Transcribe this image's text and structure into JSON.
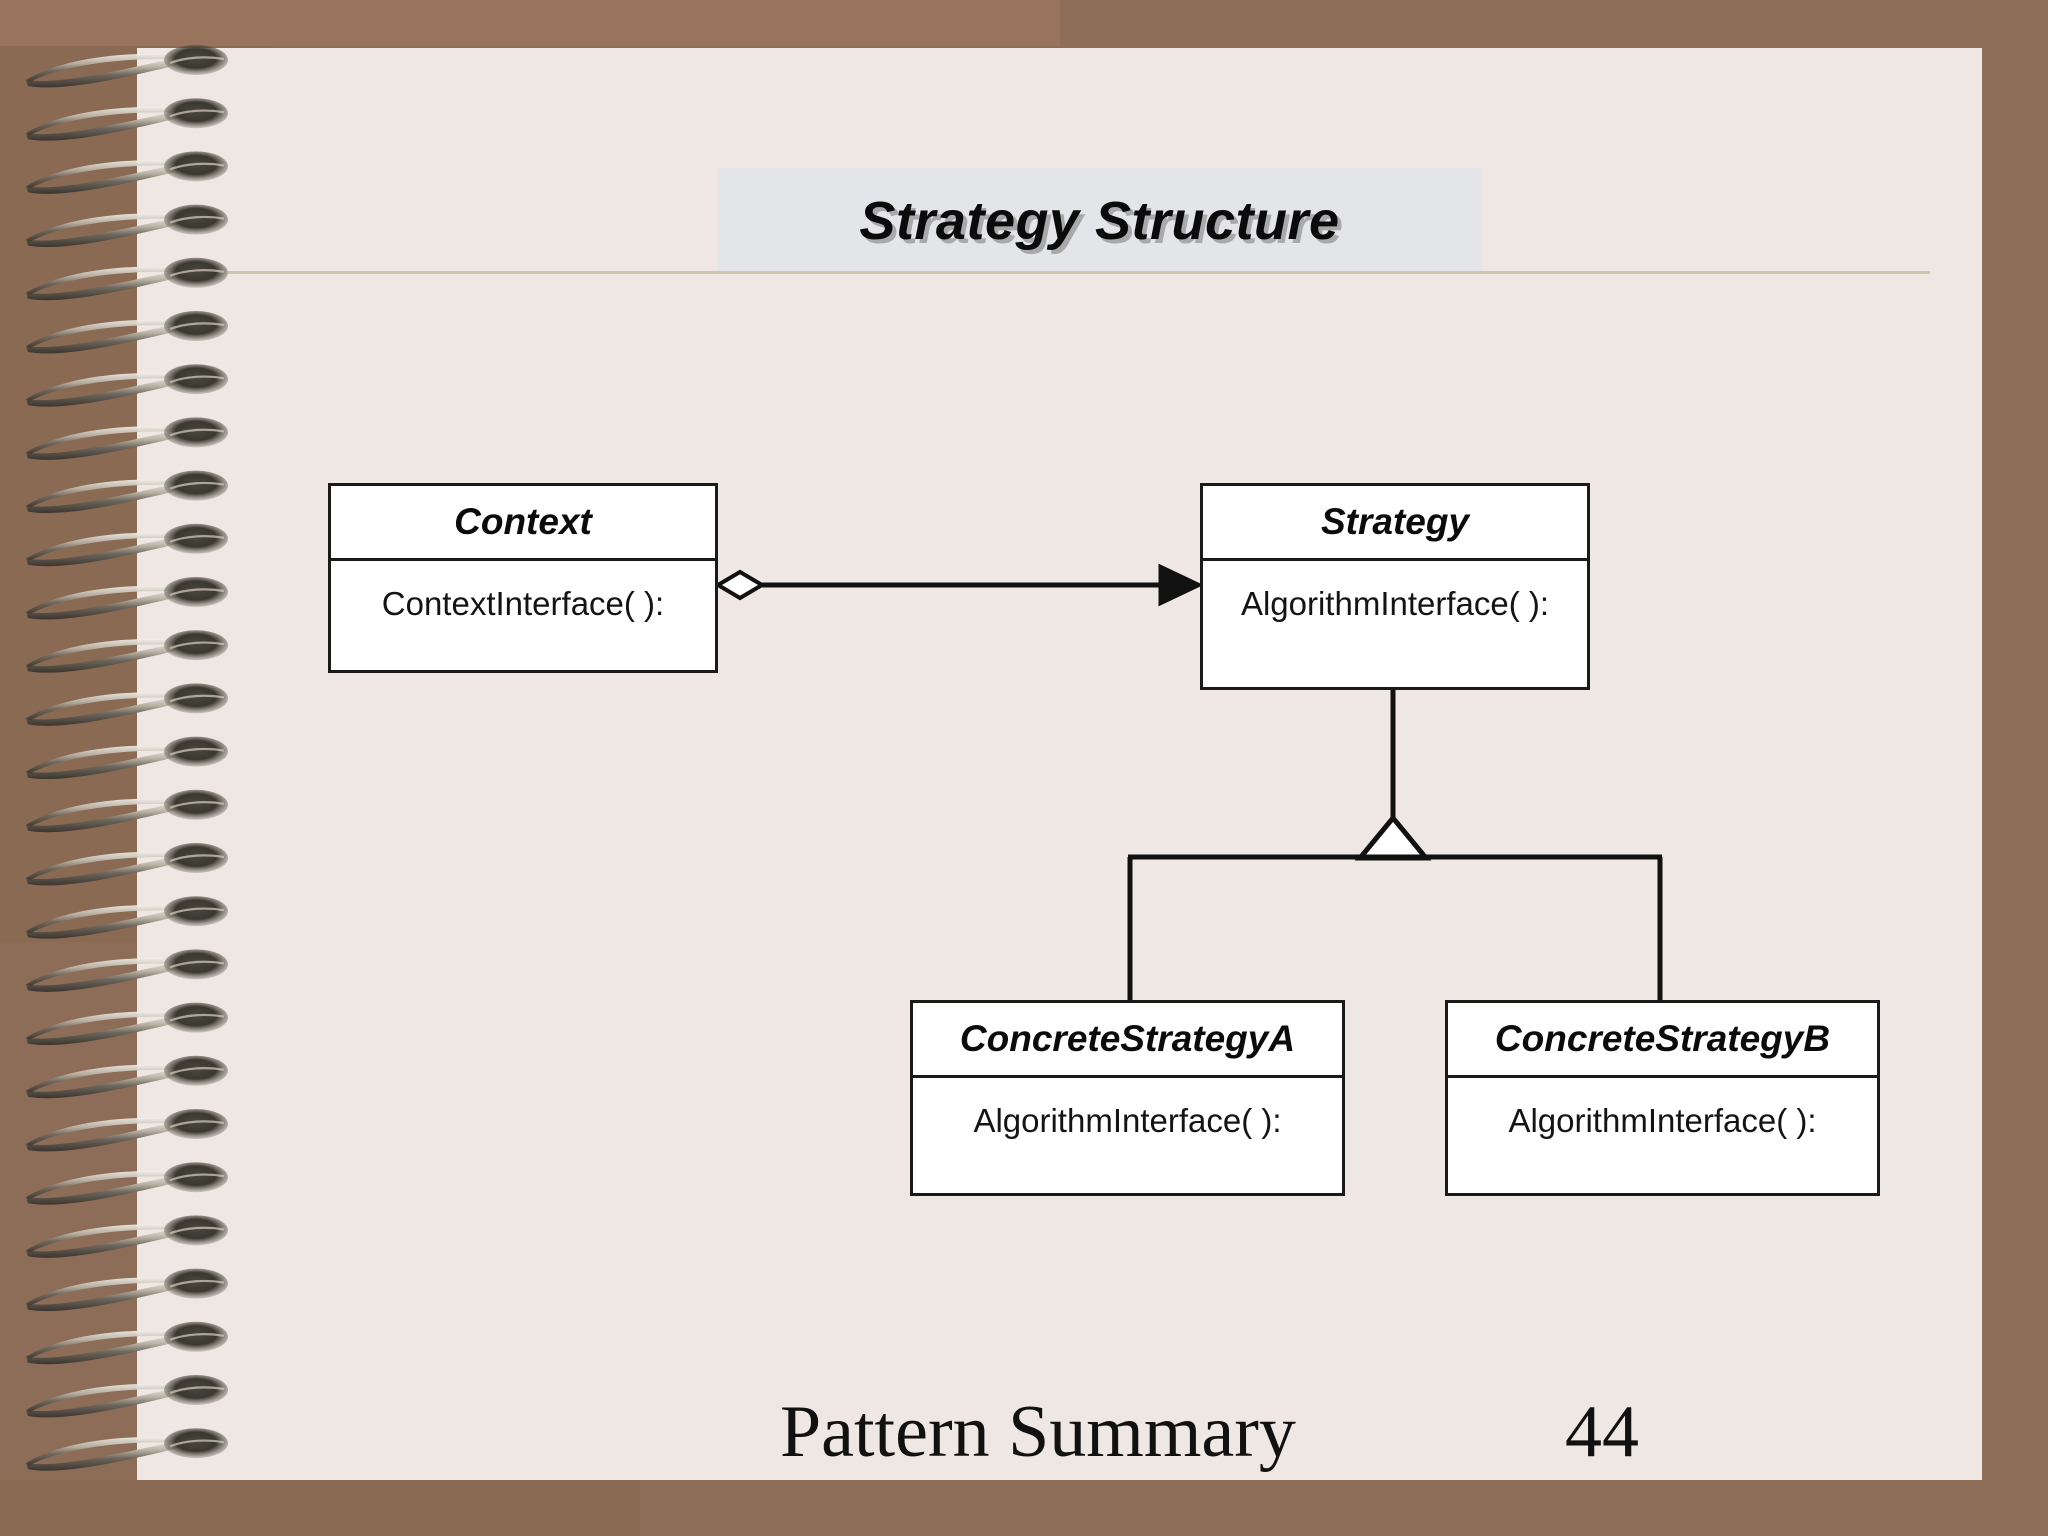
{
  "slide": {
    "title": "Strategy Structure",
    "footer_title": "Pattern Summary",
    "page_number": "44"
  },
  "colors": {
    "backdrop_brown": "#8d6d57",
    "page_cream": "#efe7e4",
    "title_band_grey": "#e4e5e8",
    "rule_tan": "#cfc4ad",
    "box_fill": "#ffffff",
    "box_stroke": "#1a1a1a",
    "text_black": "#0b0b0b"
  },
  "diagram": {
    "type": "uml-class-diagram",
    "classes": [
      {
        "id": "context",
        "name": "Context",
        "operations": [
          "ContextInterface( ):"
        ]
      },
      {
        "id": "strategy",
        "name": "Strategy",
        "operations": [
          "AlgorithmInterface( ):"
        ]
      },
      {
        "id": "csa",
        "name": "ConcreteStrategyA",
        "operations": [
          "AlgorithmInterface( ):"
        ]
      },
      {
        "id": "csb",
        "name": "ConcreteStrategyB",
        "operations": [
          "AlgorithmInterface( ):"
        ]
      }
    ],
    "relations": [
      {
        "from": "context",
        "to": "strategy",
        "kind": "aggregation-directed",
        "source_decoration": "hollow-diamond",
        "target_decoration": "solid-arrow"
      },
      {
        "from": "csa",
        "to": "strategy",
        "kind": "generalization",
        "target_decoration": "hollow-triangle"
      },
      {
        "from": "csb",
        "to": "strategy",
        "kind": "generalization",
        "target_decoration": "hollow-triangle"
      }
    ]
  },
  "binding": {
    "icon": "spiral-binding-icon",
    "ring_count": 27
  }
}
